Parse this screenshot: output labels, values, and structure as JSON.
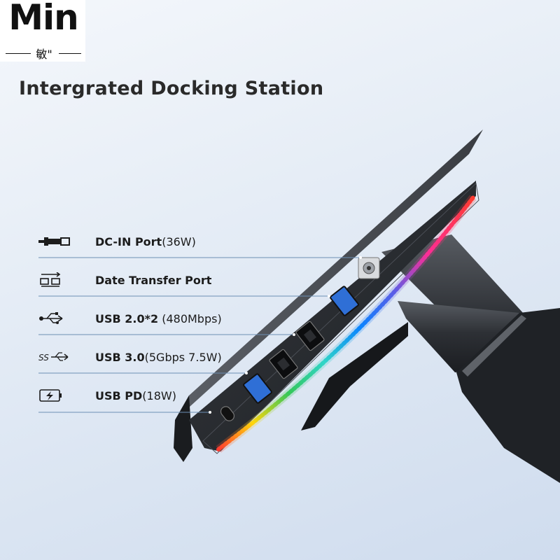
{
  "brand": {
    "logo_text": "Min",
    "logo_sub": "敏\""
  },
  "title": "Intergrated Docking Station",
  "features": [
    {
      "name": "DC-IN Port",
      "spec": "(36W)",
      "icon": "dc-plug-icon"
    },
    {
      "name": "Date Transfer Port",
      "spec": "",
      "icon": "data-transfer-icon"
    },
    {
      "name": "USB 2.0*2",
      "spec": " (480Mbps)",
      "icon": "usb-icon"
    },
    {
      "name": "USB 3.0",
      "spec": "(5Gbps 7.5W)",
      "icon": "usb-ss-icon"
    },
    {
      "name": "USB PD",
      "spec": "(18W)",
      "icon": "battery-charging-icon"
    }
  ],
  "colors": {
    "text": "#1c1c1c",
    "leader_line": "#6c8fb4",
    "usb3_port": "#2f6fd6",
    "device_body": "#2b2e33"
  }
}
